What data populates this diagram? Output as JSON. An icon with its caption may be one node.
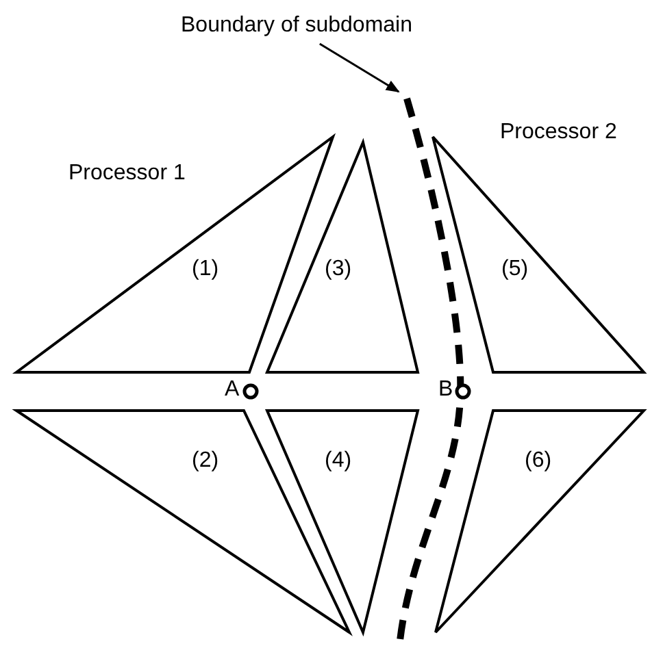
{
  "diagram": {
    "nodes": [
      {
        "text": [
          "Boundary of subdomain"
        ]
      },
      {
        "text": [],
        "shape": "line"
      },
      {
        "text": [
          "(1)"
        ]
      },
      {
        "text": [
          "(2)"
        ]
      },
      {
        "text": [
          "(3)"
        ]
      },
      {
        "text": [
          "(4)"
        ]
      },
      {
        "text": [
          "(5)"
        ]
      },
      {
        "text": [
          "(6)"
        ]
      },
      {
        "text": [],
        "shape": "circle",
        "beside": [
          "A"
        ]
      },
      {
        "text": [],
        "shape": "circle",
        "beside": [
          "B"
        ]
      }
    ],
    "edges": [
      {
        "from": 0,
        "to": 1,
        "arrow": "to"
      }
    ],
    "labels": [
      "Processor 1",
      "Processor 2"
    ]
  }
}
